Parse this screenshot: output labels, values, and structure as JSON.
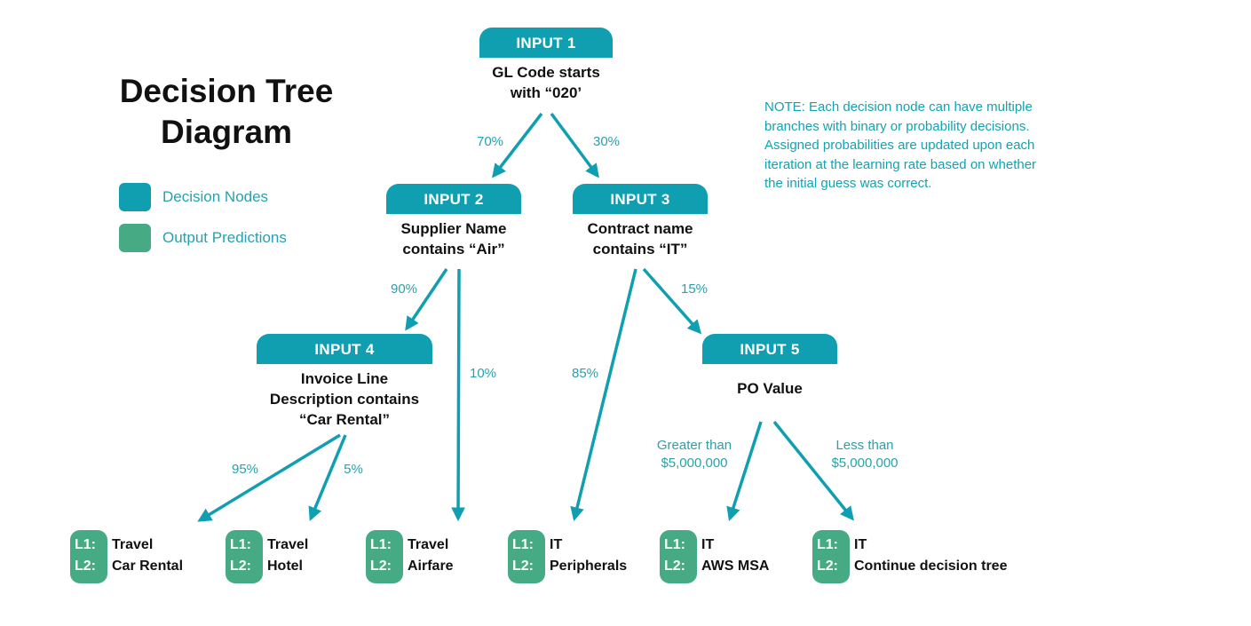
{
  "title": "Decision Tree Diagram",
  "colors": {
    "decision": "#109fb0",
    "output": "#46aa84",
    "accent_text": "#2aa0ad"
  },
  "legend": [
    {
      "label": "Decision Nodes",
      "color": "#109fb0"
    },
    {
      "label": "Output Predictions",
      "color": "#46aa84"
    }
  ],
  "note": "NOTE: Each decision node can have multiple branches with binary or probability decisions. Assigned probabilities are updated upon each iteration at the learning rate based on whether the initial guess was correct.",
  "nodes": [
    {
      "tab": "INPUT 1",
      "text": "GL Code starts\nwith “020’"
    },
    {
      "tab": "INPUT 2",
      "text": "Supplier Name\ncontains “Air”"
    },
    {
      "tab": "INPUT 3",
      "text": "Contract name\ncontains “IT”"
    },
    {
      "tab": "INPUT 4",
      "text": "Invoice Line\nDescription contains\n“Car Rental”"
    },
    {
      "tab": "INPUT 5",
      "text": "PO Value"
    }
  ],
  "edge_labels": [
    "70%",
    "30%",
    "90%",
    "10%",
    "85%",
    "15%",
    "95%",
    "5%",
    "Greater than\n$5,000,000",
    "Less than\n$5,000,000"
  ],
  "outputs": [
    {
      "k1": "L1:",
      "k2": "L2:",
      "l1": "Travel",
      "l2": "Car Rental"
    },
    {
      "k1": "L1:",
      "k2": "L2:",
      "l1": "Travel",
      "l2": "Hotel"
    },
    {
      "k1": "L1:",
      "k2": "L2:",
      "l1": "Travel",
      "l2": "Airfare"
    },
    {
      "k1": "L1:",
      "k2": "L2:",
      "l1": "IT",
      "l2": "Peripherals"
    },
    {
      "k1": "L1:",
      "k2": "L2:",
      "l1": "IT",
      "l2": "AWS MSA"
    },
    {
      "k1": "L1:",
      "k2": "L2:",
      "l1": "IT",
      "l2": "Continue decision tree"
    }
  ]
}
